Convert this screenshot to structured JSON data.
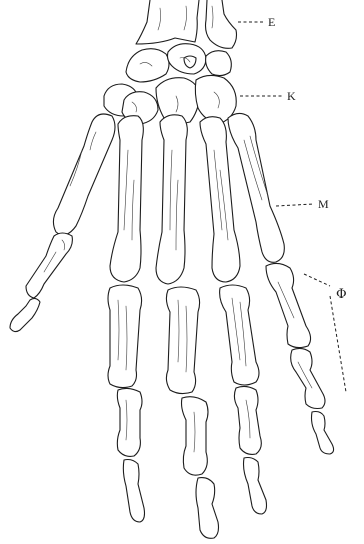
{
  "figure": {
    "labels": {
      "E": "E",
      "K": "K",
      "M": "M",
      "phi": "Φ"
    }
  }
}
